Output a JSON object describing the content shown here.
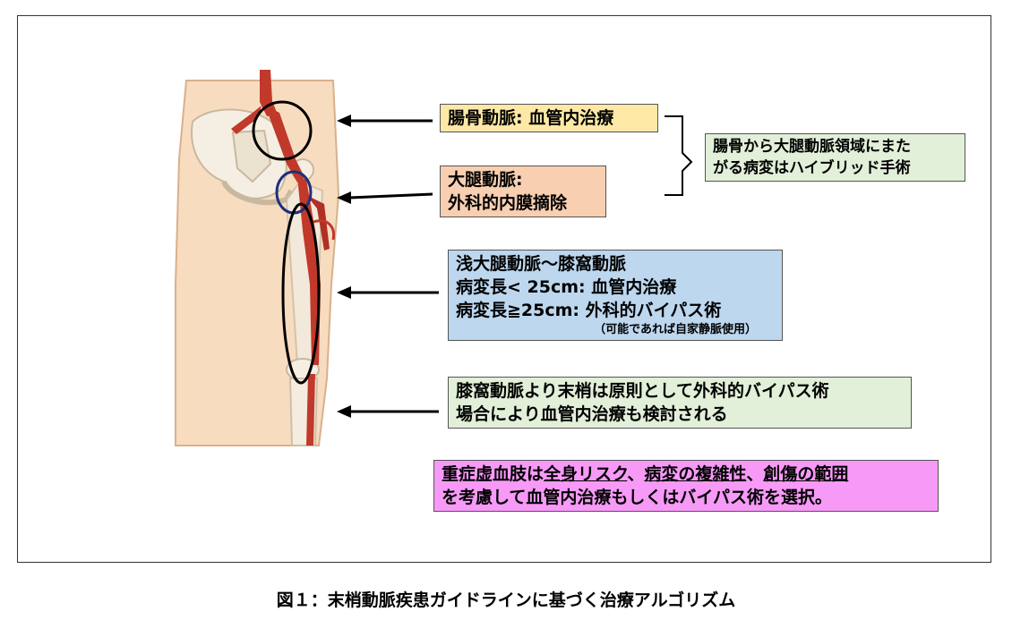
{
  "colors": {
    "iliac_box": "#fde9a5",
    "femoral_box": "#f8cfb1",
    "sfa_box": "#bdd7ee",
    "distal_box": "#e2efd9",
    "hybrid_box": "#e2efd9",
    "summary_box": "#f79af7",
    "skin": "#f8dcc0",
    "artery": "#c0392b"
  },
  "labels": {
    "iliac": "腸骨動脈: 血管内治療",
    "femoral_line1": "大腿動脈:",
    "femoral_line2": "外科的内膜摘除",
    "sfa_line1": "浅大腿動脈～膝窩動脈",
    "sfa_line2": "病変長< 25cm: 血管内治療",
    "sfa_line3": "病変長≧25cm: 外科的バイパス術",
    "sfa_note": "（可能であれば自家静脈使用）",
    "distal_line1": "膝窩動脈より末梢は原則として外科的バイパス術",
    "distal_line2": "場合により血管内治療も検討される",
    "hybrid_line1": "腸骨から大腿動脈領域にまた",
    "hybrid_line2": "がる病変はハイブリッド手術",
    "summary_line1_a": "重症虚血肢は",
    "summary_line1_b": "全身リスク",
    "summary_line1_c": "、",
    "summary_line1_d": "病変の複雑性",
    "summary_line1_e": "、",
    "summary_line1_f": "創傷の範囲",
    "summary_line2": "を考慮して血管内治療もしくはバイパス術を選択。"
  },
  "caption": "図１：末梢動脈疾患ガイドラインに基づく治療アルゴリズム"
}
